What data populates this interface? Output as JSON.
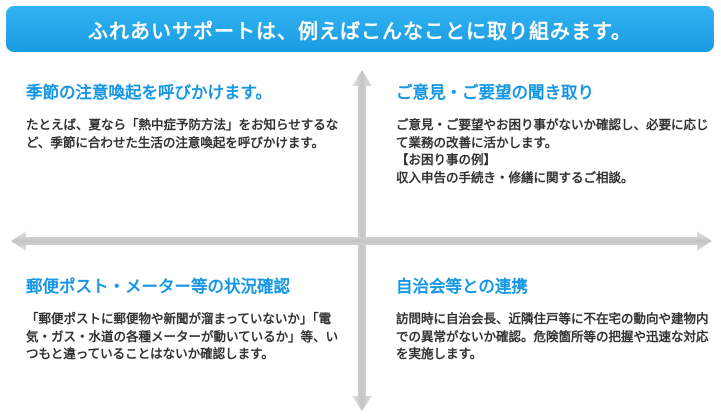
{
  "banner": {
    "title": "ふれあいサポートは、例えばこんなことに取り組みます。"
  },
  "quadrants": {
    "top_left": {
      "title": "季節の注意喚起を呼びかけます。",
      "text": "たとえば、夏なら「熱中症予防方法」をお知らせするなど、季節に合わせた生活の注意喚起を呼びかけます。"
    },
    "top_right": {
      "title": "ご意見・ご要望の聞き取り",
      "text": "ご意見・ご要望やお困り事がないか確認し、必要に応じて業務の改善に活かします。",
      "example_title": "【お困り事の例】",
      "example_text": "収入申告の手続き・修繕に関するご相談。"
    },
    "bottom_left": {
      "title": "郵便ポスト・メーター等の状況確認",
      "text": "「郵便ポストに郵便物や新聞が溜まっていないか」「電気・ガス・水道の各種メーターが動いているか」等、いつもと違っていることはないか確認します。"
    },
    "bottom_right": {
      "title": "自治会等との連携",
      "text": "訪問時に自治会長、近隣住戸等に不在宅の動向や建物内での異常がないか確認。危険箇所等の把握や迅速な対応を実施します。"
    }
  },
  "colors": {
    "banner": "#1b9be3",
    "heading": "#1597e5",
    "arrow": "#c8c8c8",
    "text": "#333333"
  }
}
